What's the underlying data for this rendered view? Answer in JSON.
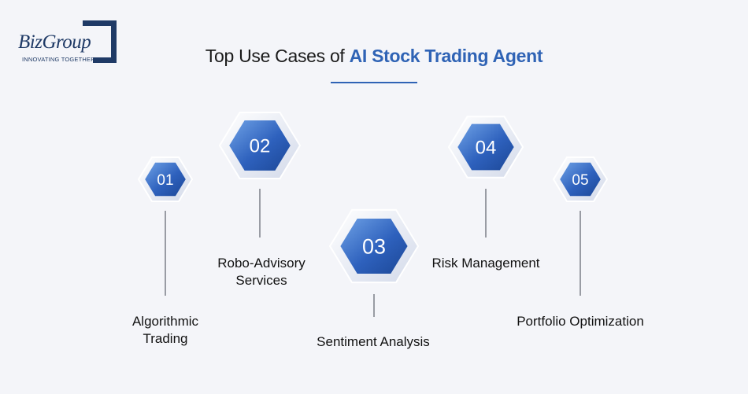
{
  "logo": {
    "word": "BizGroup",
    "tagline": "INNOVATING TOGETHER"
  },
  "title": {
    "prefix": "Top Use Cases of ",
    "accent": "AI Stock Trading Agent"
  },
  "colors": {
    "accent": "#2f63b5",
    "dark": "#1f3a66",
    "hex_light": "#dde3ef",
    "hex_fill": "#2a5cb5"
  },
  "items": [
    {
      "num": "01",
      "label": "Algorithmic\nTrading"
    },
    {
      "num": "02",
      "label": "Robo-Advisory\nServices"
    },
    {
      "num": "03",
      "label": "Sentiment Analysis"
    },
    {
      "num": "04",
      "label": "Risk Management"
    },
    {
      "num": "05",
      "label": "Portfolio Optimization"
    }
  ]
}
